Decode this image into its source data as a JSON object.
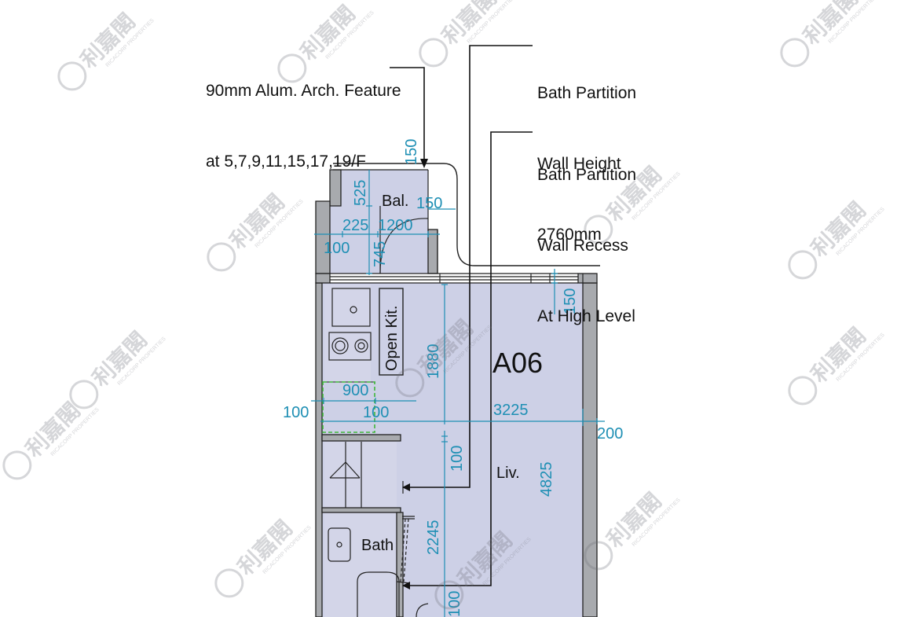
{
  "annotations": {
    "arch_feature": {
      "line1": "90mm Alum. Arch. Feature",
      "line2": "at 5,7,9,11,15,17,19/F"
    },
    "partition_height": {
      "line1": "Bath Partition",
      "line2": "Wall Height",
      "line3": "2760mm"
    },
    "partition_recess": {
      "line1": "Bath Partition",
      "line2": "Wall Recess",
      "line3": "At High Level"
    }
  },
  "rooms": {
    "unit": "A06",
    "balcony": "Bal.",
    "kitchen": "Open Kit.",
    "living": "Liv.",
    "bath": "Bath"
  },
  "dimensions": {
    "bal_150_top": "150",
    "bal_525": "525",
    "bal_150_side": "150",
    "bal_225": "225",
    "bal_1200": "1200",
    "bal_100": "100",
    "bal_745": "745",
    "liv_150": "150",
    "kit_1880": "1880",
    "kit_900": "900",
    "kit_100_left": "100",
    "kit_100_right": "100",
    "width_3225": "3225",
    "wall_200": "200",
    "bath_100": "100",
    "depth_4825": "4825",
    "bath_2245": "2245",
    "bottom_100": "100"
  },
  "watermark": {
    "cn": "利嘉閣",
    "en": "RICACORP PROPERTIES"
  },
  "colors": {
    "room_fill": "#cdd0e6",
    "wall": "#a8aaae",
    "dimension": "#1e8fb4",
    "kitchen_zone": "#41b83a"
  }
}
